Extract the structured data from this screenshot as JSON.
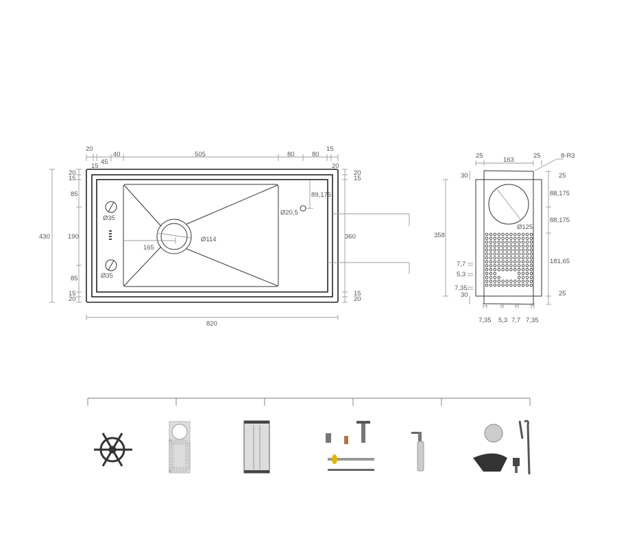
{
  "sink_top_view": {
    "top_dims": {
      "a": "20",
      "b": "45",
      "c": "40",
      "d": "505",
      "e": "80",
      "f": "80",
      "g": "15",
      "h": "15",
      "i": "20"
    },
    "left_dims": {
      "total": "430",
      "a": "20",
      "b": "15",
      "c": "85",
      "d": "190",
      "e": "85",
      "f": "15",
      "g": "20"
    },
    "right_dims": {
      "total": "360",
      "a": "20",
      "b": "15",
      "c": "15",
      "d": "20",
      "e": "89,175"
    },
    "width_dim": "820",
    "labels": {
      "tap_hole_1": "Ø35",
      "tap_hole_2": "Ø35",
      "drain": "Ø114",
      "drain_offset": "165",
      "small_hole": "Ø20,5"
    }
  },
  "basket_view": {
    "top_dims": {
      "a": "25",
      "b": "163",
      "c": "25"
    },
    "corner": "8-R3",
    "left_dims": {
      "total": "358",
      "top": "30",
      "bottom": "30",
      "p1": "7,7",
      "p2": "5,3",
      "p3": "7,35"
    },
    "right_dims": {
      "a": "25",
      "b": "88,175",
      "c": "88,175",
      "d": "181,65",
      "e": "25"
    },
    "circle": "Ø125",
    "bottom_dims": {
      "a": "7,35",
      "b": "5,3",
      "c": "7,7",
      "d": "7,35"
    }
  },
  "accessories": [
    {
      "icon": "drain-rack-icon"
    },
    {
      "icon": "perforated-basket-icon"
    },
    {
      "icon": "drainboard-icon"
    },
    {
      "icon": "plumbing-fittings-icon"
    },
    {
      "icon": "soap-dispenser-icon"
    },
    {
      "icon": "strainer-kit-icon"
    }
  ],
  "colors": {
    "line": "#222222",
    "dimension": "#999999",
    "text": "#555555"
  }
}
